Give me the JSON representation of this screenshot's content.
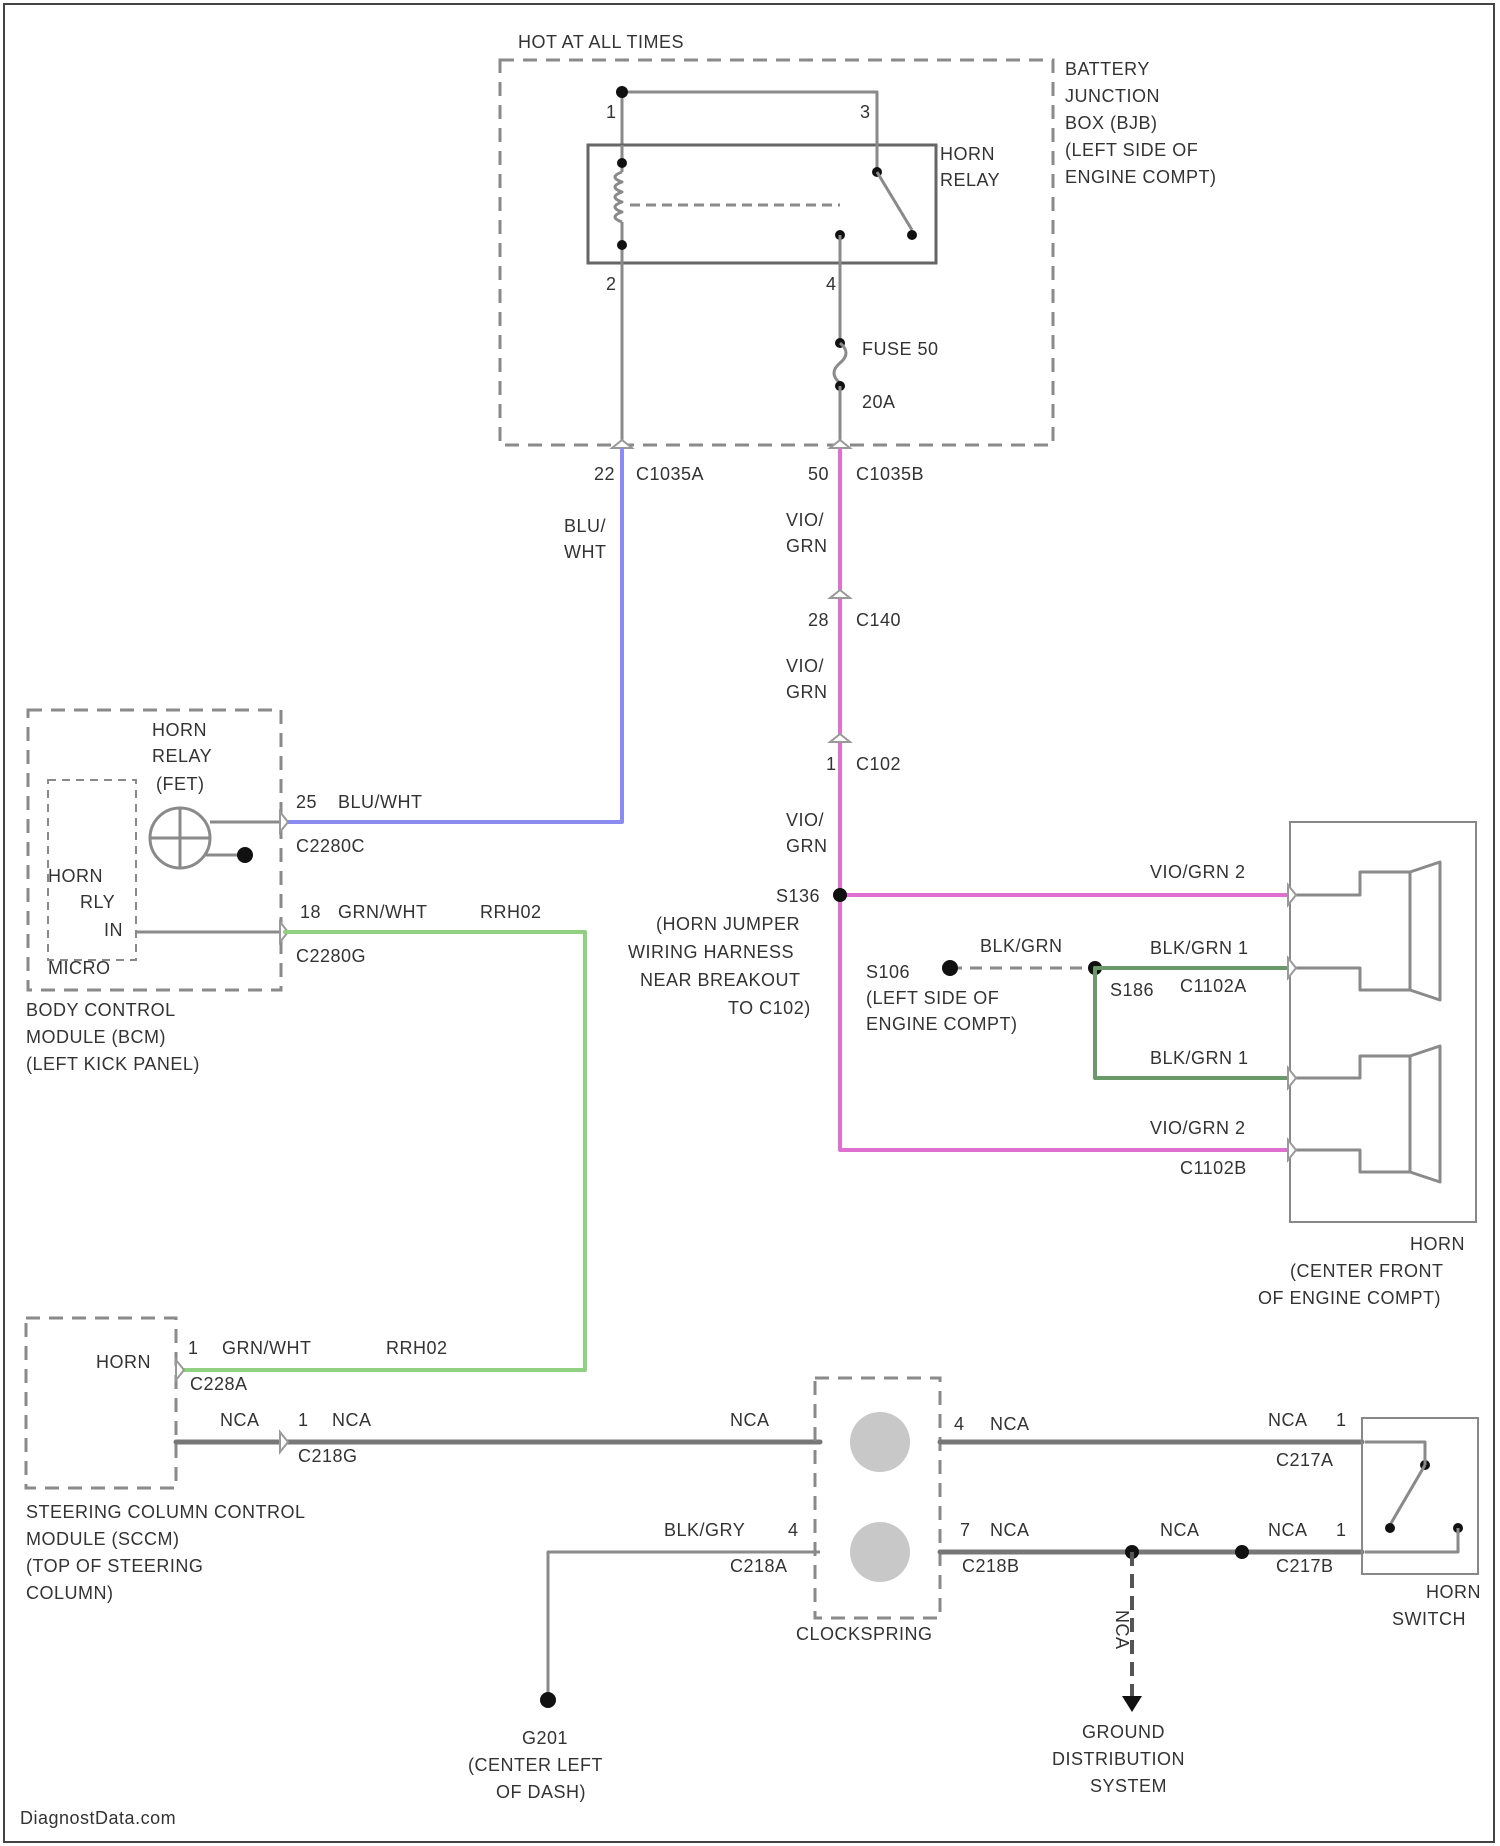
{
  "colors": {
    "wire_blue_white": "#8a8cf0",
    "wire_violet_green": "#e070d0",
    "wire_green_white": "#90d080",
    "wire_black_green": "#6a9a6a",
    "wire_gray": "#8a8a8a",
    "frame": "#444444"
  },
  "labels": {
    "hot": "HOT AT ALL TIMES",
    "bjb1": "BATTERY",
    "bjb2": "JUNCTION",
    "bjb3": "BOX (BJB)",
    "bjb4": "(LEFT SIDE OF",
    "bjb5": "ENGINE COMPT)",
    "relay1": "HORN",
    "relay2": "RELAY",
    "pin1": "1",
    "pin2": "2",
    "pin3": "3",
    "pin4": "4",
    "fuse1": "FUSE 50",
    "fuse2": "20A",
    "c1035a_pin": "22",
    "c1035a": "C1035A",
    "c1035b_pin": "50",
    "c1035b": "C1035B",
    "blu": "BLU/",
    "wht": "WHT",
    "vio1": "VIO/",
    "grn1": "GRN",
    "c140_pin": "28",
    "c140": "C140",
    "vio2": "VIO/",
    "grn2": "GRN",
    "c102_pin": "1",
    "c102": "C102",
    "vio3": "VIO/",
    "grn3": "GRN",
    "bcm_relay1": "HORN",
    "bcm_relay2": "RELAY",
    "bcm_relay3": "(FET)",
    "bcm_pin25": "25",
    "bcm_wire1": "BLU/WHT",
    "c2280c": "C2280C",
    "bcm_horn1": "HORN",
    "bcm_horn2": "RLY",
    "bcm_in": "IN",
    "bcm_micro": "MICRO",
    "bcm_pin18": "18",
    "bcm_wire2": "GRN/WHT",
    "rr402": "RRH02",
    "c2280g": "C2280G",
    "bcm1": "BODY CONTROL",
    "bcm2": "MODULE (BCM)",
    "bcm3": "(LEFT KICK PANEL)",
    "s136": "S136",
    "jumper1": "(HORN JUMPER",
    "jumper2": "WIRING HARNESS",
    "jumper3": "NEAR BREAKOUT",
    "jumper4": "TO C102)",
    "s106": "S106",
    "s106_loc1": "(LEFT SIDE OF",
    "s106_loc2": "ENGINE COMPT)",
    "s186": "S186",
    "bkgrn_mid": "BLK/GRN",
    "horn_a_pin2": "VIO/GRN  2",
    "horn_a_pin1": "BLK/GRN  1",
    "c1102a": "C1102A",
    "horn_b_pin1": "BLK/GRN  1",
    "horn_b_pin2": "VIO/GRN  2",
    "c1102b": "C1102B",
    "horn1": "HORN",
    "horn2": "(CENTER FRONT",
    "horn3": "OF ENGINE COMPT)",
    "sccm_horn": "HORN",
    "sccm_pin1": "1",
    "sccm_wire1": "GRN/WHT",
    "sccm_rr": "RRH02",
    "c2286a": "C228A",
    "nca1": "NCA",
    "c218_pin": "1",
    "nca2": "NCA",
    "c218": "C218G",
    "nca3": "NCA",
    "sccm1": "STEERING COLUMN CONTROL",
    "sccm2": "MODULE (SCCM)",
    "sccm3": "(TOP OF STEERING",
    "sccm4": "COLUMN)",
    "cs_pin4": "4",
    "nca4": "NCA",
    "nca5": "NCA",
    "c217_pin1": "1",
    "c217a": "C217A",
    "blkgry": "BLK/GRY",
    "c218a_pin": "4",
    "c218a": "C218A",
    "cs_pin7": "7",
    "nca6": "NCA",
    "c218b": "C218B",
    "nca7": "NCA",
    "nca8": "NCA",
    "c217_pin1b": "1",
    "c217b": "C217B",
    "clockspring": "CLOCKSPRING",
    "nca9": "NCA",
    "sw1": "HORN",
    "sw2": "SWITCH",
    "g201a": "G201",
    "g201b": "(CENTER LEFT",
    "g201c": "OF DASH)",
    "gd1": "GROUND",
    "gd2": "DISTRIBUTION",
    "gd3": "SYSTEM",
    "watermark": "DiagnostData.com"
  }
}
